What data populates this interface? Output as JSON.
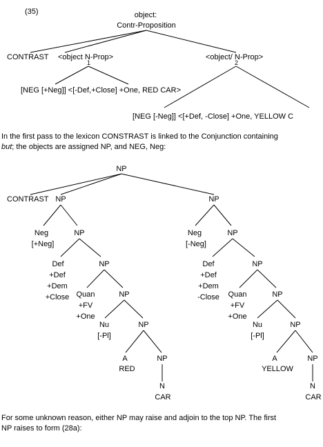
{
  "example_number": "(35)",
  "tree1": {
    "root_line1": "object:",
    "root_line2": "Contr-Proposition",
    "contrast_label": "CONTRAST",
    "left_arg": "<object",
    "left_index": "1",
    "left_arg_rest": " N-Prop>",
    "right_arg": "<object",
    "right_index": "2",
    "right_arg_rest": "/ N-Prop>",
    "left_feature": "[NEG [+Neg]] <[-Def,+Close] +One, RED CAR>",
    "right_feature": "[NEG [-Neg]]  <[+Def, -Close] +One, YELLOW C"
  },
  "paragraph1": {
    "line1": "In the first pass to the lexicon CONSTRAST is linked to the Conjunction containing",
    "italic_word": "but",
    "line2_rest": "; the objects are assigned NP, and NEG, Neg:"
  },
  "tree2": {
    "root": "NP",
    "contrast": "CONTRAST",
    "left_np": "NP",
    "right_np": "NP",
    "left": {
      "neg": "Neg",
      "neg_val": "[+Neg]",
      "np1": "NP",
      "def": "Def",
      "def_f1": "+Def",
      "def_f2": "+Dem",
      "def_f3": "+Close",
      "np2": "NP",
      "quan": "Quan",
      "quan_f1": "+FV",
      "quan_f2": "+One",
      "np3": "NP",
      "nu": "Nu",
      "nu_val": "[-Pl]",
      "np4": "NP",
      "a": "A",
      "adj": "RED",
      "np5": "NP",
      "n": "N",
      "noun": "CAR"
    },
    "right": {
      "neg": "Neg",
      "neg_val": "[-Neg]",
      "np1": "NP",
      "def": "Def",
      "def_f1": "+Def",
      "def_f2": "+Dem",
      "def_f3": "-Close",
      "np2": "NP",
      "quan": "Quan",
      "quan_f1": "+FV",
      "quan_f2": "+One",
      "np3": "NP",
      "nu": "Nu",
      "nu_val": "[-Pl]",
      "np4": "NP",
      "a": "A",
      "adj": "YELLOW",
      "np5": "NP",
      "n": "N",
      "noun": "CAR"
    }
  },
  "paragraph2": {
    "line1": "For some unknown reason, either NP may raise and adjoin to the top NP. The first",
    "line2": "NP raises to form (28a):"
  }
}
